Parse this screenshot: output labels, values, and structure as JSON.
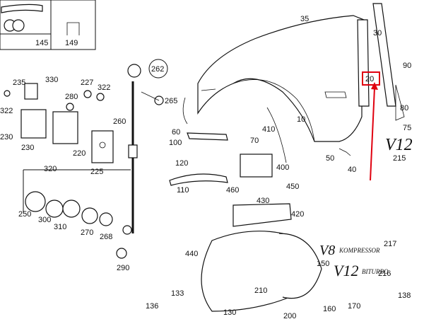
{
  "inset": {
    "left_label": "145",
    "right_label": "149"
  },
  "callouts": {
    "c262": "262",
    "c265": "265",
    "c260": "260",
    "c235": "235",
    "c330": "330",
    "c227": "227",
    "c322a": "322",
    "c322b": "322",
    "c280": "280",
    "c250": "250",
    "c300": "300",
    "c310": "310",
    "c270": "270",
    "c268": "268",
    "c290": "290",
    "c230a": "230",
    "c230b": "230",
    "c320": "320",
    "c220": "220",
    "c225": "225",
    "c35": "35",
    "c30": "30",
    "c90": "90",
    "c20": "20",
    "c80": "80",
    "c75": "75",
    "c10": "10",
    "c215": "215",
    "c50": "50",
    "c40": "40",
    "c60": "60",
    "c100": "100",
    "c70": "70",
    "c410": "410",
    "c120": "120",
    "c400": "400",
    "c110": "110",
    "c460": "460",
    "c450": "450",
    "c430": "430",
    "c420": "420",
    "c440": "440",
    "c217": "217",
    "c216": "216",
    "c150": "150",
    "c210": "210",
    "c133": "133",
    "c136": "136",
    "c130": "130",
    "c200": "200",
    "c160": "160",
    "c170": "170",
    "c138": "138"
  },
  "badges": {
    "v12_side": "V12",
    "v8": "V8",
    "v8_sub": "KOMPRESSOR",
    "v12": "V12",
    "v12_sub": "BITURBO"
  },
  "highlight": {
    "part": "20",
    "color": "#e0000f"
  }
}
